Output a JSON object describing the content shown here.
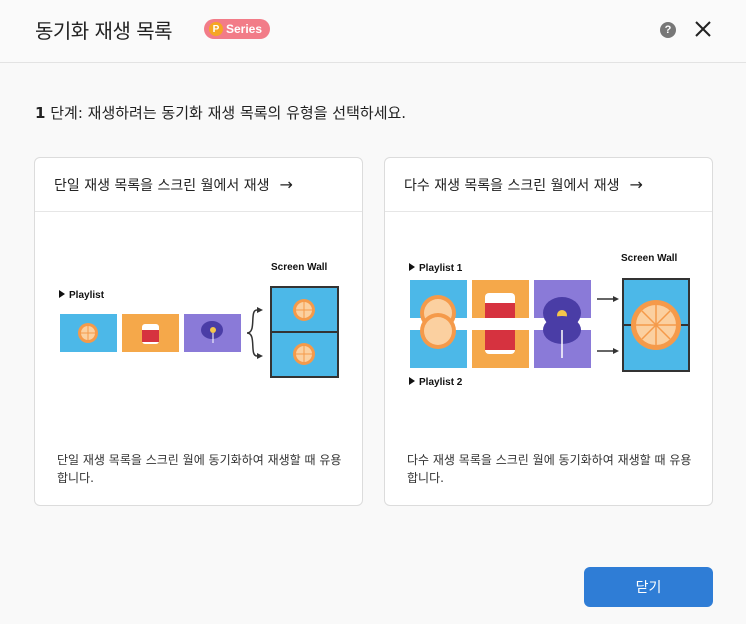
{
  "header": {
    "title": "동기화 재생 목록",
    "badge_letter": "P",
    "badge_text": "Series",
    "help_glyph": "?"
  },
  "step": {
    "number": "1",
    "label": "단계",
    "text": ": 재생하려는 동기화 재생 목록의 유형을 선택하세요."
  },
  "cards": [
    {
      "title": "단일 재생 목록을 스크린 월에서 재생",
      "arrow": "→",
      "art_labels": {
        "playlist": "Playlist",
        "screen_wall": "Screen Wall"
      },
      "description": "단일 재생 목록을 스크린 월에 동기화하여 재생할 때 유용합니다."
    },
    {
      "title": "다수 재생 목록을 스크린 월에서 재생",
      "arrow": "→",
      "art_labels": {
        "playlist1": "Playlist 1",
        "playlist2": "Playlist 2",
        "screen_wall": "Screen Wall"
      },
      "description": "다수 재생 목록을 스크린 월에 동기화하여 재생할 때 유용합니다."
    }
  ],
  "footer": {
    "close_label": "닫기"
  },
  "colors": {
    "accent": "#2f7dd6",
    "badge": "#f27c88",
    "tile_blue": "#4cb8e8",
    "tile_orange": "#f5a84a",
    "tile_purple": "#8a7ad8"
  }
}
